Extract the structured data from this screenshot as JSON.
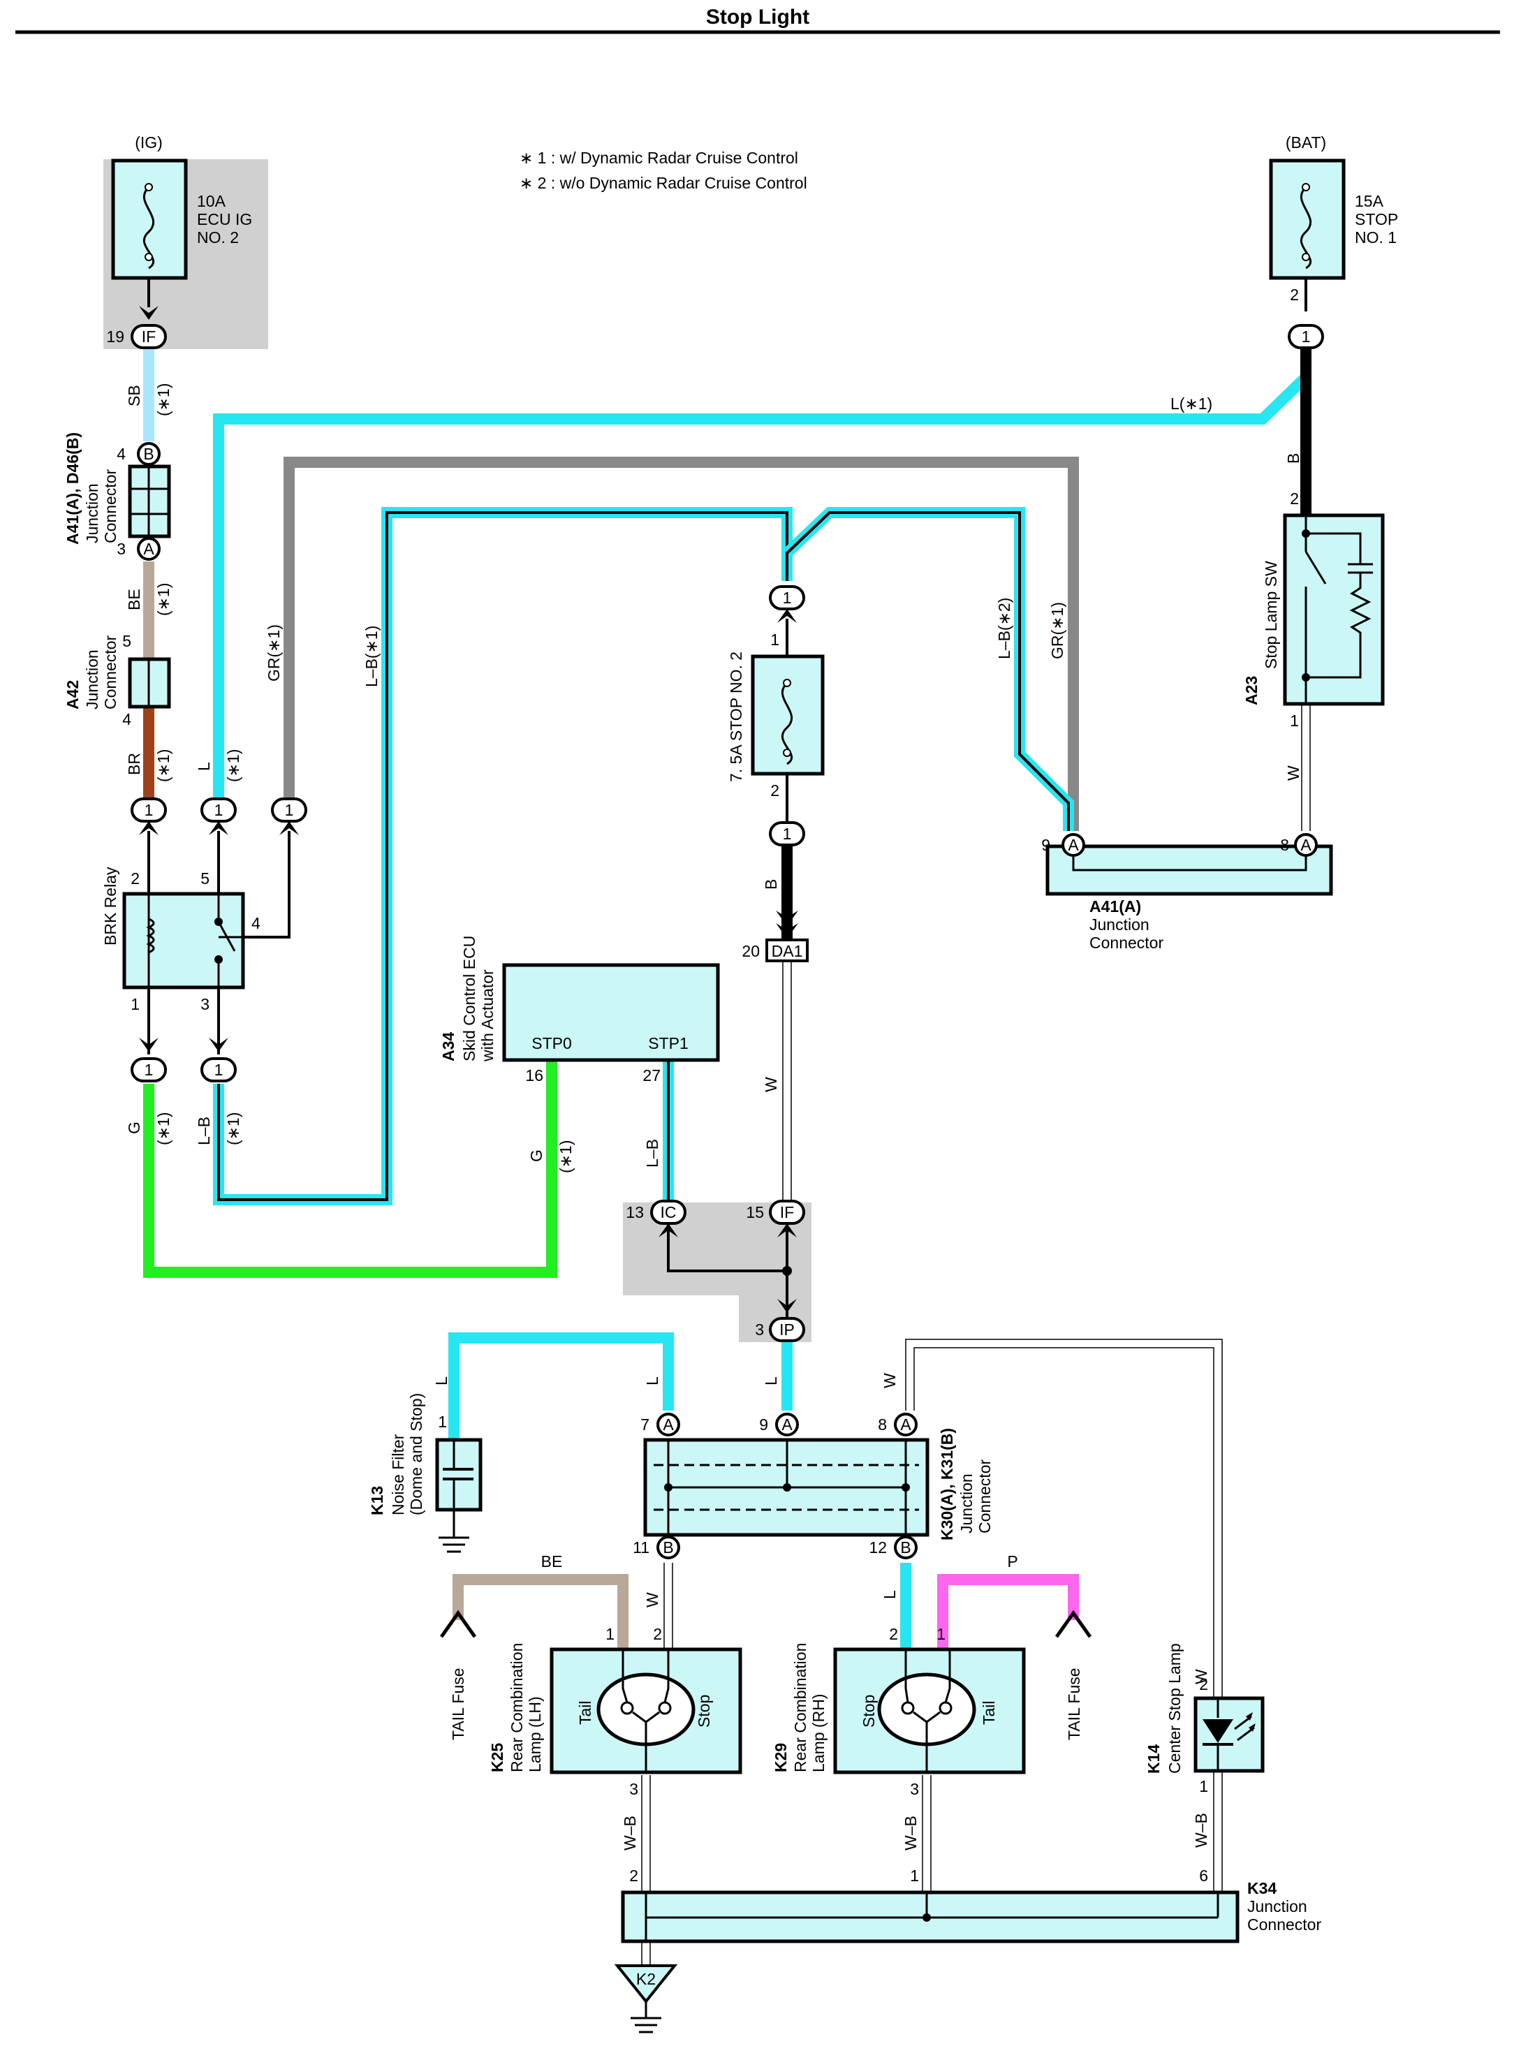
{
  "title": "Stop Light",
  "notes": [
    "∗ 1 : w/ Dynamic Radar Cruise Control",
    "∗ 2 : w/o Dynamic Radar Cruise Control"
  ],
  "power": {
    "ig": "(IG)",
    "bat": "(BAT)"
  },
  "fuses": {
    "ecu_ig": [
      "10A",
      "ECU IG",
      "NO. 2"
    ],
    "stop1": [
      "15A",
      "STOP",
      "NO. 1"
    ],
    "stop2": "7. 5A STOP NO. 2"
  },
  "components": {
    "a41_d46": {
      "code": "A41(A), D46(B)",
      "name": [
        "Junction",
        "Connector"
      ]
    },
    "a42": {
      "code": "A42",
      "name": [
        "Junction",
        "Connector"
      ]
    },
    "brk_relay": "BRK Relay",
    "a34": {
      "code": "A34",
      "name": [
        "Skid Control ECU",
        "with Actuator"
      ],
      "pins": [
        "STP0",
        "STP1"
      ]
    },
    "a23": {
      "code": "A23",
      "name": "Stop Lamp SW"
    },
    "a41a": {
      "code": "A41(A)",
      "name": [
        "Junction",
        "Connector"
      ]
    },
    "k13": {
      "code": "K13",
      "name": [
        "Noise Filter",
        "(Dome and Stop)"
      ]
    },
    "k30": {
      "code": "K30(A), K31(B)",
      "name": [
        "Junction",
        "Connector"
      ]
    },
    "k25": {
      "code": "K25",
      "name": [
        "Rear Combination",
        "Lamp (LH)"
      ],
      "tail": "Tail",
      "stop": "Stop"
    },
    "k29": {
      "code": "K29",
      "name": [
        "Rear Combination",
        "Lamp (RH)"
      ],
      "stop": "Stop",
      "tail": "Tail"
    },
    "k14": {
      "code": "K14",
      "name": "Center Stop Lamp"
    },
    "k34": {
      "code": "K34",
      "name": [
        "Junction",
        "Connector"
      ]
    },
    "k2": "K2",
    "tail_fuse": "TAIL Fuse"
  },
  "wires": {
    "sb": "SB",
    "be": "BE",
    "br": "BR",
    "l": "L",
    "gr": "GR(∗1)",
    "lb1": "L–B(∗1)",
    "lb2": "L–B(∗2)",
    "l1": "L(∗1)",
    "b": "B",
    "w": "W",
    "g": "G",
    "lb": "L–B",
    "star1": "(∗1)",
    "wb": "W–B",
    "p": "P"
  },
  "connectors": {
    "if": "IF",
    "ic": "IC",
    "ip": "IP",
    "da1": "DA1",
    "a": "A",
    "b": "B",
    "one": "1"
  },
  "pins": {
    "p19": "19",
    "p4": "4",
    "p3": "3",
    "p5": "5",
    "p2": "2",
    "p1": "1",
    "p9": "9",
    "p8": "8",
    "p20": "20",
    "p16": "16",
    "p27": "27",
    "p13": "13",
    "p15": "15",
    "p7": "7",
    "p11": "11",
    "p12": "12",
    "p6": "6"
  }
}
